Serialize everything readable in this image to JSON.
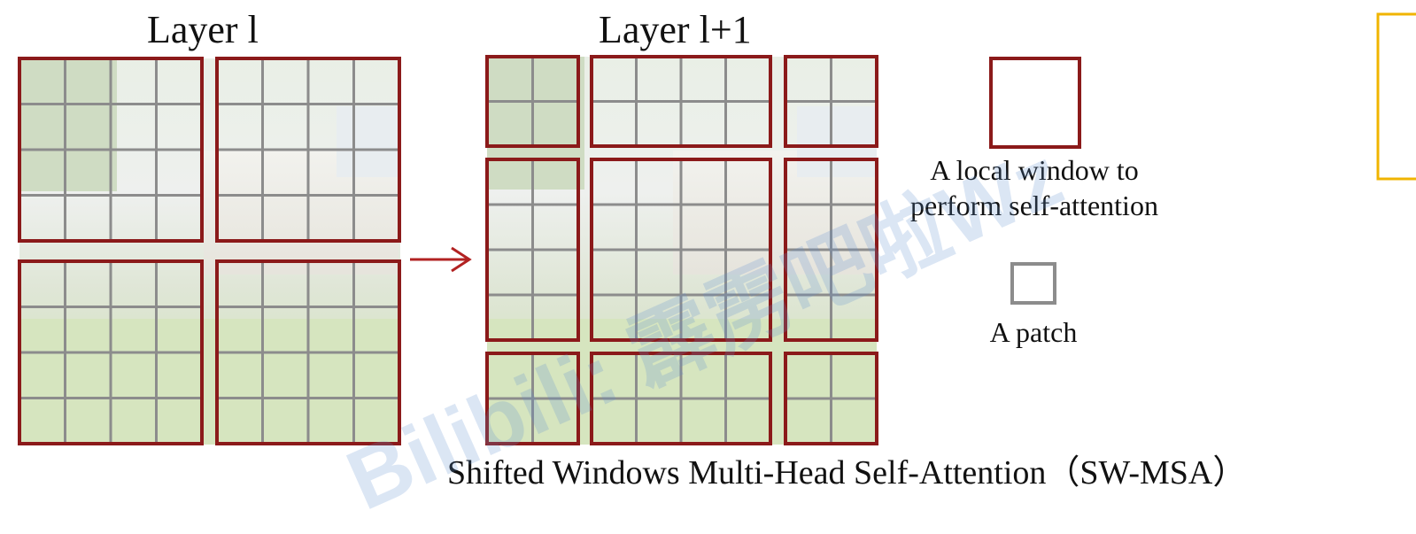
{
  "layer_l": {
    "title": "Layer l",
    "windows": 4,
    "patches_per_window": "4 x 4"
  },
  "layer_l1": {
    "title": "Layer l+1",
    "windows": 9
  },
  "legend": {
    "window_text_line1": "A local window to",
    "window_text_line2": "perform self-attention",
    "patch_text": "A patch"
  },
  "caption": "Shifted Windows Multi-Head Self-Attention（SW-MSA）",
  "watermark": "Bilibili: 霹雳吧啦Wz",
  "colors": {
    "window_border": "#8b1a1a",
    "patch_grid": "#8c8c8c",
    "arrow": "#b22222",
    "side_box": "#f0b400",
    "watermark": "#5f8fd1"
  }
}
